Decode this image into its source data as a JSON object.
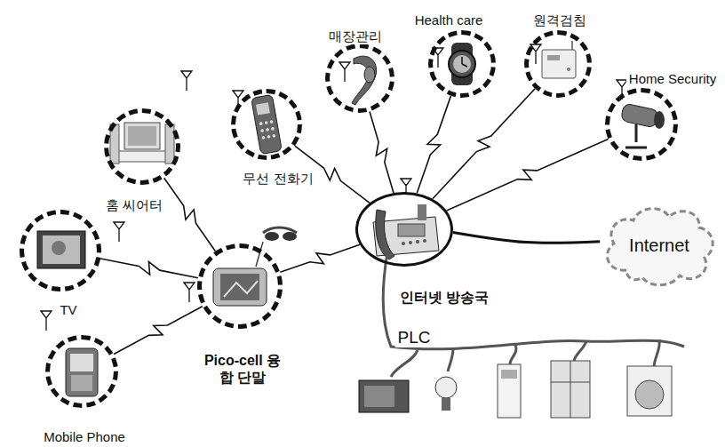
{
  "diagram": {
    "nodes": [
      {
        "text": [
          "매장관리"
        ]
      },
      {
        "text": [
          "Health care"
        ]
      },
      {
        "text": [
          "원격검침"
        ]
      },
      {
        "text": [
          "Home Security"
        ]
      },
      {
        "text": [
          "무선 전화기"
        ]
      },
      {
        "text": [
          "홈 씨어터"
        ]
      },
      {
        "text": [
          "TV"
        ]
      },
      {
        "text": [
          "인터넷 방송국"
        ]
      },
      {
        "text": [
          "Internet"
        ]
      },
      {
        "text": [
          "Pico-cell 융합 단말"
        ]
      },
      {
        "text": [
          "Mobile Phone"
        ]
      }
    ],
    "edges": [
      {
        "from": 0,
        "to": 7,
        "arrow": "none"
      },
      {
        "from": 1,
        "to": 7,
        "arrow": "none"
      },
      {
        "from": 2,
        "to": 7,
        "arrow": "none"
      },
      {
        "from": 3,
        "to": 7,
        "arrow": "none"
      },
      {
        "from": 4,
        "to": 7,
        "arrow": "none"
      },
      {
        "from": 9,
        "to": 7,
        "arrow": "none"
      },
      {
        "from": 5,
        "to": 9,
        "arrow": "none"
      },
      {
        "from": 6,
        "to": 9,
        "arrow": "none"
      },
      {
        "from": 10,
        "to": 9,
        "arrow": "none"
      },
      {
        "from": 7,
        "to": 8,
        "arrow": "none"
      }
    ],
    "labels": [
      "PLC"
    ]
  }
}
